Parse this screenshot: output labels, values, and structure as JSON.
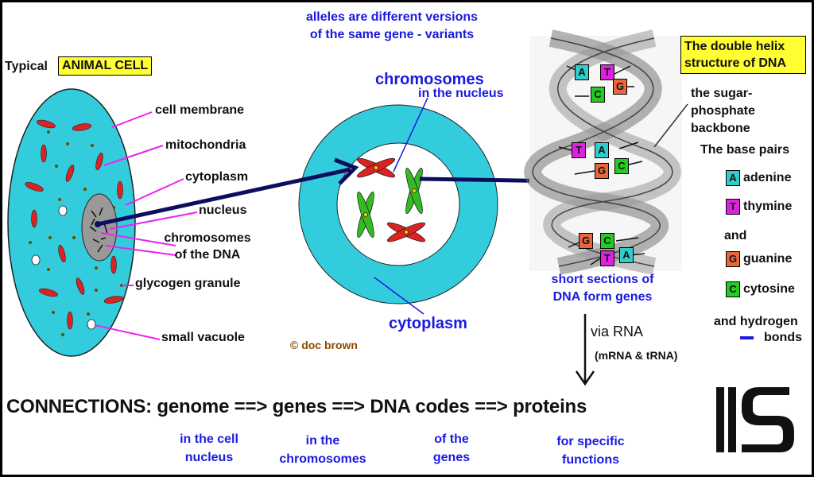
{
  "header": {
    "alleles_line1": "alleles are different versions",
    "alleles_line2": "of the same gene - variants",
    "typical": "Typical",
    "animal_cell": "ANIMAL CELL",
    "helix_title_line1": "The double helix",
    "helix_title_line2": "structure of DNA"
  },
  "cell_labels": {
    "cell_membrane": "cell membrane",
    "mitochondria": "mitochondria",
    "cytoplasm": "cytoplasm",
    "nucleus": "nucleus",
    "chromosomes_line1": "chromosomes",
    "chromosomes_line2": "of the DNA",
    "glycogen": "glycogen granule",
    "vacuole": "small vacuole"
  },
  "nucleus_labels": {
    "chromosomes": "chromosomes",
    "in_nucleus": "in the nucleus",
    "cytoplasm": "cytoplasm",
    "credit": "© doc brown"
  },
  "dna_labels": {
    "backbone_line1": "the sugar-",
    "backbone_line2": "phosphate",
    "backbone_line3": "backbone",
    "base_pairs": "The base pairs",
    "and": "and",
    "hydrogen_line1": "and hydrogen",
    "hydrogen_line2": "bonds",
    "short_sections_line1": "short sections of",
    "short_sections_line2": "DNA form genes",
    "via_rna": "via RNA",
    "rna_types": "(mRNA & tRNA)"
  },
  "bases": [
    {
      "letter": "A",
      "name": "adenine",
      "color": "#33cccc"
    },
    {
      "letter": "T",
      "name": "thymine",
      "color": "#dd22dd"
    },
    {
      "letter": "G",
      "name": "guanine",
      "color": "#e8663a"
    },
    {
      "letter": "C",
      "name": "cytosine",
      "color": "#22cc22"
    }
  ],
  "connections": {
    "text": "CONNECTIONS: genome ==> genes ==> DNA codes ==> proteins",
    "sub1_line1": "in the cell",
    "sub1_line2": "nucleus",
    "sub2_line1": "in the",
    "sub2_line2": "chromosomes",
    "sub3_line1": "of the",
    "sub3_line2": "genes",
    "sub4_line1": "for specific",
    "sub4_line2": "functions"
  },
  "logo": "IIS",
  "colors": {
    "cell_fill": "#33ccdd",
    "nucleus_fill": "#999999",
    "label_line": "#ee22ee",
    "arrow": "#0d0d5e",
    "text_blue": "#1a1adf",
    "label_box": "#ffff33",
    "chromosome_red": "#dd2222",
    "chromosome_green": "#33bb22"
  }
}
